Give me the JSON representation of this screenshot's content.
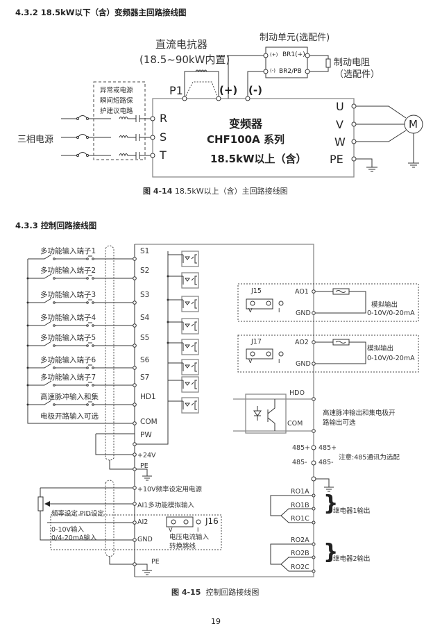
{
  "section1": {
    "heading": "4.3.2 18.5kW以下（含）变频器主回路接线图",
    "dc_reactor": {
      "line1": "直流电抗器",
      "line2": "(18.5~90kW内置)"
    },
    "brake_unit": {
      "title": "制动单元(选配件)",
      "br1": "BR1(+)",
      "br2": "BR2/PB",
      "plus": "(+)",
      "minus": "(-)"
    },
    "brake_resistor": {
      "line1": "制动电阻",
      "line2": "（选配件）"
    },
    "protection_box": {
      "line1": "异常或电源",
      "line2": "瞬间短路保",
      "line3": "护建议电路"
    },
    "power_source": "三相电源",
    "terminals_in": [
      "R",
      "S",
      "T"
    ],
    "terminals_out": [
      "U",
      "V",
      "W",
      "PE"
    ],
    "dc_terminals": {
      "p1": "P1",
      "plus": "(+)",
      "minus": "(-)"
    },
    "inverter": {
      "line1": "变频器",
      "line2": "CHF100A 系列",
      "line3": "18.5kW以上（含）"
    },
    "motor": "M",
    "caption": {
      "fig": "图 4-14",
      "text": "18.5kW以上（含）主回路接线图"
    }
  },
  "section2": {
    "heading": "4.3.3 控制回路接线图",
    "inputs": [
      {
        "label": "多功能输入端子1",
        "terminal": "S1"
      },
      {
        "label": "多功能输入端子2",
        "terminal": "S2"
      },
      {
        "label": "多功能输入端子3",
        "terminal": "S3"
      },
      {
        "label": "多功能输入端子4",
        "terminal": "S4"
      },
      {
        "label": "多功能输入端子5",
        "terminal": "S5"
      },
      {
        "label": "多功能输入端子6",
        "terminal": "S6"
      },
      {
        "label": "多功能输入端子7",
        "terminal": "S7"
      },
      {
        "label": "高速脉冲输入和集",
        "terminal": "HD1"
      }
    ],
    "hd1_note_line2": "电极开路输入可选",
    "com": "COM",
    "pw": "PW",
    "v24": "+24V",
    "pe": "PE",
    "v10": "+10V频率设定用电源",
    "ai1": "AI1多功能模拟输入",
    "ai2": "AI2",
    "gnd": "GND",
    "pot_label": "频率设定 PID设定",
    "ai_range1": "0-10V输入",
    "ai_range2": "0/4-20mA输入",
    "j16": {
      "name": "J16",
      "v": "V",
      "i": "I",
      "desc1": "电压电流输入",
      "desc2": "转换跳线"
    },
    "ao1": {
      "jumper": "J15",
      "terminal": "AO1",
      "gnd": "GND",
      "v": "V",
      "i": "I",
      "desc": "模拟输出",
      "range": "0-10V/0-20mA"
    },
    "ao2": {
      "jumper": "J17",
      "terminal": "AO2",
      "gnd": "GND",
      "v": "V",
      "i": "I",
      "desc": "模拟输出",
      "range": "0-10V/0-20mA"
    },
    "hdo": {
      "terminal": "HDO",
      "com": "COM",
      "desc1": "高速脉冲输出和集电极开",
      "desc2": "路输出可选"
    },
    "rs485": {
      "plus_l": "485+",
      "plus_r": "485+",
      "minus_l": "485-",
      "minus_r": "485-",
      "note": "注意:485通讯为选配"
    },
    "relay1": {
      "a": "RO1A",
      "b": "RO1B",
      "c": "RO1C",
      "desc": "继电器1输出"
    },
    "relay2": {
      "a": "RO2A",
      "b": "RO2B",
      "c": "RO2C",
      "desc": "继电器2输出"
    },
    "caption": {
      "fig": "图 4-15",
      "text": "控制回路接线图"
    }
  },
  "page_number": "19"
}
